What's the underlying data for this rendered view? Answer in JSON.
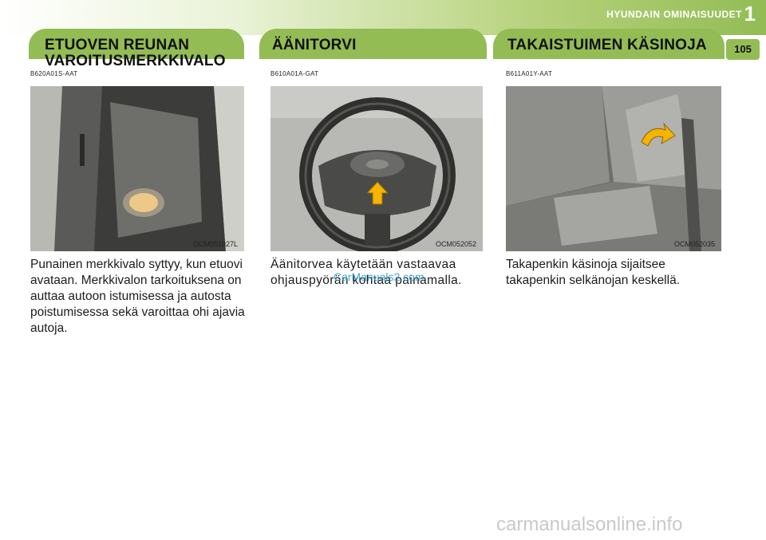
{
  "header": {
    "section_name": "HYUNDAIN OMINAISUUDET",
    "section_number": "1",
    "page_number": "105"
  },
  "columns": [
    {
      "title_line1": "ETUOVEN REUNAN",
      "title_line2": "VAROITUSMERKKIVALO",
      "code": "B620A01S-AAT",
      "image_caption": "OCM051027L",
      "body": "Punainen merkkivalo syttyy, kun etuovi avataan. Merkkivalon tarkoituksena on auttaa autoon istumisessa ja autosta poistumisessa sekä varoittaa ohi ajavia autoja."
    },
    {
      "title_line1": "ÄÄNITORVI",
      "code": "B610A01A-GAT",
      "image_caption": "OCM052052",
      "body": "Äänitorvea käytetään vastaavaa ohjauspyörän kohtaa painamalla."
    },
    {
      "title_line1": "TAKAISTUIMEN KÄSINOJA",
      "code": "B611A01Y-AAT",
      "image_caption": "OCM052035",
      "body": "Takapenkin käsinoja sijaitsee takapenkin selkänojan keskellä."
    }
  ],
  "watermark": "CarManuals2.com",
  "footer": "carmanualsonline.info",
  "colors": {
    "accent": "#93bc55",
    "arrow": "#f5b400"
  }
}
